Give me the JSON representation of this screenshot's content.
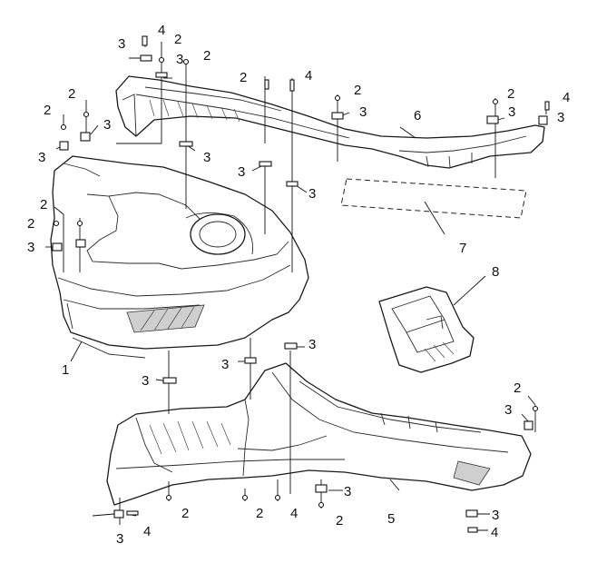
{
  "callouts": {
    "c01": "4",
    "c02": "3",
    "c03": "2",
    "c04": "3",
    "c05": "2",
    "c06": "2",
    "c07": "4",
    "c08": "2",
    "c09": "3",
    "c10": "2",
    "c11": "4",
    "c12": "3",
    "c13": "2",
    "c14": "3",
    "c15": "6",
    "c16": "3",
    "c17": "2",
    "c18": "3",
    "c19": "3",
    "c20": "3",
    "c21": "2",
    "c22": "2",
    "c23": "3",
    "c24": "7",
    "c25": "8",
    "c26": "1",
    "c27": "3",
    "c28": "3",
    "c29": "3",
    "c30": "2",
    "c31": "3",
    "c32": "2",
    "c33": "2",
    "c34": "4",
    "c35": "3",
    "c36": "2",
    "c37": "5",
    "c38": "3",
    "c39": "4",
    "c40": "3",
    "c41": "4"
  }
}
